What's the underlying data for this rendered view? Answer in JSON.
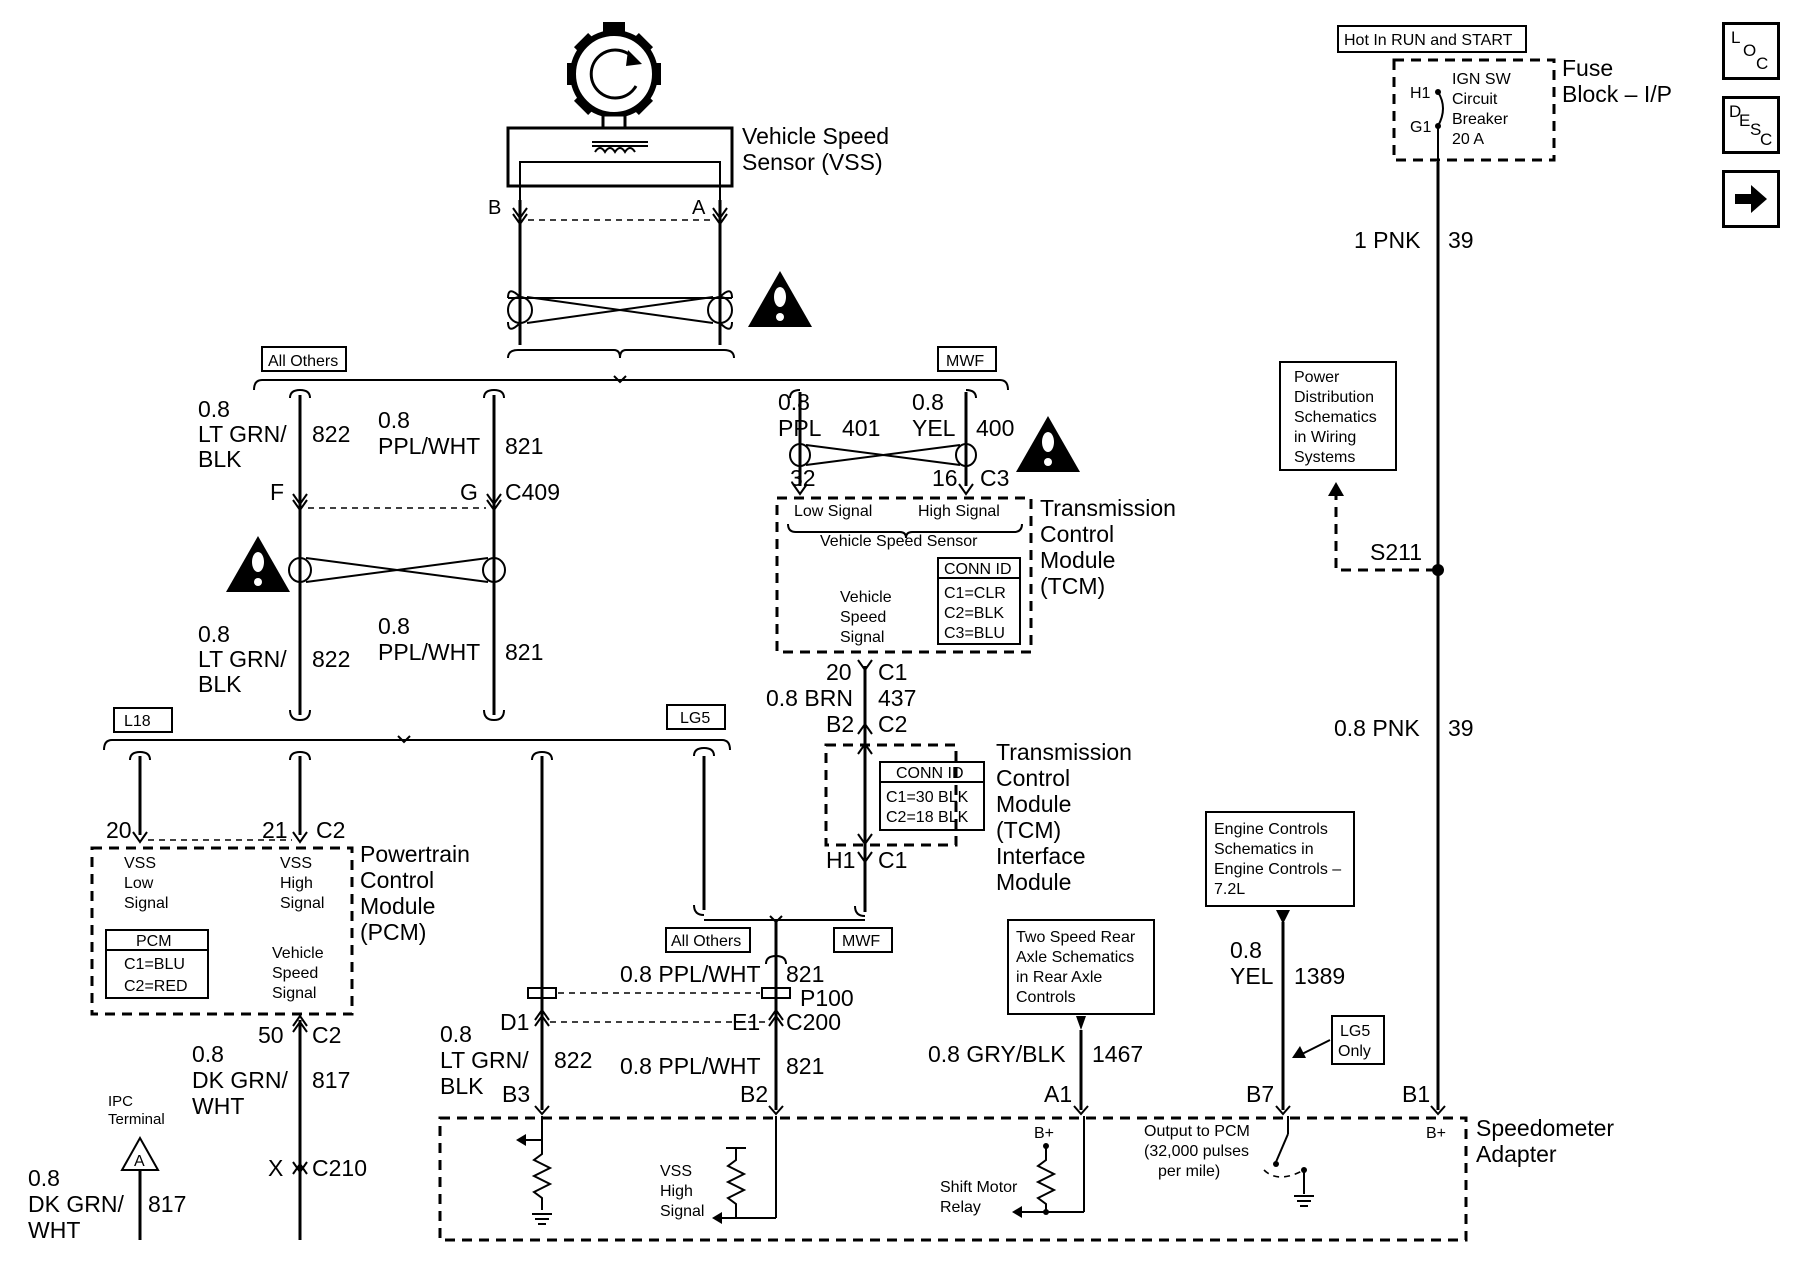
{
  "nav": {
    "loc": {
      "a": "L",
      "b": "O",
      "c": "C"
    },
    "desc": {
      "a": "D",
      "b": "E",
      "c": "S",
      "d": "C"
    },
    "next_icon": "arrow-right-icon"
  },
  "vss": {
    "title1": "Vehicle Speed",
    "title2": "Sensor (VSS)",
    "pin_b": "B",
    "pin_a": "A"
  },
  "boxes": {
    "all_others_top": "All Others",
    "mwf_top": "MWF",
    "l18": "L18",
    "lg5": "LG5",
    "all_others_bottom": "All Others",
    "mwf_bottom": "MWF",
    "lg5_only1": "LG5",
    "lg5_only2": "Only"
  },
  "wires": {
    "w822_gauge": "0.8",
    "w822_color1": "LT GRN/",
    "w822_color2": "BLK",
    "w822_circuit": "822",
    "w821_gauge": "0.8",
    "w821_color": "PPL/WHT",
    "w821_circuit": "821",
    "conn_f": "F",
    "conn_g": "G",
    "c409": "C409",
    "w401_gauge": "0.8",
    "w401_color": "PPL",
    "w401_circuit": "401",
    "w400_gauge": "0.8",
    "w400_color": "YEL",
    "w400_circuit": "400",
    "pin32": "32",
    "pin16": "16",
    "c3": "C3",
    "pin20_c1": "20",
    "c1": "C1",
    "w437": "0.8 BRN",
    "w437_circuit": "437",
    "b2": "B2",
    "c2": "C2",
    "h1": "H1",
    "c1_b": "C1",
    "pin20": "20",
    "pin21": "21",
    "c2_pcm": "C2",
    "pin50": "50",
    "c2_b": "C2",
    "w817_gauge": "0.8",
    "w817_color1": "DK GRN/",
    "w817_color2": "WHT",
    "w817_circuit": "817",
    "x": "X",
    "c210": "C210",
    "ipc1": "IPC",
    "ipc2": "Terminal",
    "ipc_letter": "A",
    "w817b_gauge": "0.8",
    "w817b_color1": "DK GRN/",
    "w817b_color2": "WHT",
    "w817b_circuit": "817",
    "ppl_wht_821": "0.8 PPL/WHT",
    "c821": "821",
    "p100": "P100",
    "d1": "D1",
    "e1": "E1",
    "c200": "C200",
    "w822b_gauge": "0.8",
    "w822b_color1": "LT GRN/",
    "w822b_color2": "BLK",
    "w822b_circuit": "822",
    "w821b": "0.8 PPL/WHT",
    "w821b_circuit": "821",
    "b3": "B3",
    "b2_bottom": "B2",
    "gry_blk": "0.8 GRY/BLK",
    "c1467": "1467",
    "a1": "A1",
    "w1389_gauge": "0.8",
    "w1389_color": "YEL",
    "w1389_circuit": "1389",
    "b7": "B7",
    "b1": "B1",
    "pnk1": "1 PNK",
    "pnk1_circuit": "39",
    "pnk08": "0.8 PNK",
    "pnk08_circuit": "39",
    "s211": "S211"
  },
  "tcm": {
    "low_signal": "Low Signal",
    "high_signal": "High Signal",
    "vss_label": "Vehicle Speed Sensor",
    "sig1": "Vehicle",
    "sig2": "Speed",
    "sig3": "Signal",
    "title1": "Transmission",
    "title2": "Control",
    "title3": "Module",
    "title4": "(TCM)",
    "conn_id": "CONN ID",
    "c1": "C1=CLR",
    "c2": "C2=BLK",
    "c3": "C3=BLU"
  },
  "tcm_if": {
    "title1": "Transmission",
    "title2": "Control",
    "title3": "Module",
    "title4": "(TCM)",
    "title5": "Interface",
    "title6": "Module",
    "conn_id": "CONN ID",
    "c1": "C1=30 BLK",
    "c2": "C2=18 BLK"
  },
  "pcm": {
    "vss_low1": "VSS",
    "vss_low2": "Low",
    "vss_low3": "Signal",
    "vss_high1": "VSS",
    "vss_high2": "High",
    "vss_high3": "Signal",
    "title1": "Powertrain",
    "title2": "Control",
    "title3": "Module",
    "title4": "(PCM)",
    "id": "PCM",
    "c1": "C1=BLU",
    "c2": "C2=RED",
    "sig1": "Vehicle",
    "sig2": "Speed",
    "sig3": "Signal"
  },
  "fuse": {
    "hot": "Hot In RUN and START",
    "title1": "Fuse",
    "title2": "Block – I/P",
    "h1": "H1",
    "g1": "G1",
    "l1": "IGN SW",
    "l2": "Circuit",
    "l3": "Breaker",
    "l4": "20 A"
  },
  "refs": {
    "power1": "Power",
    "power2": "Distribution",
    "power3": "Schematics",
    "power4": "in Wiring",
    "power5": "Systems",
    "eng1": "Engine Controls",
    "eng2": "Schematics in",
    "eng3": "Engine Controls –",
    "eng4": "7.2L",
    "axle1": "Two Speed Rear",
    "axle2": "Axle Schematics",
    "axle3": "in Rear Axle",
    "axle4": "Controls"
  },
  "speedo": {
    "title1": "Speedometer",
    "title2": "Adapter",
    "vss_high1": "VSS",
    "vss_high2": "High",
    "vss_high3": "Signal",
    "relay1": "Shift Motor",
    "relay2": "Relay",
    "bplus1": "B+",
    "bplus2": "B+",
    "out1": "Output to PCM",
    "out2": "(32,000 pulses",
    "out3": "per mile)"
  }
}
